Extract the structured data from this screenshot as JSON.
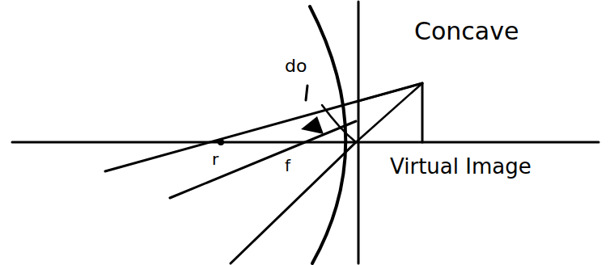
{
  "diagram": {
    "labels": [
      "Concave",
      "do",
      "Virtual Image",
      "r",
      "f"
    ]
  }
}
